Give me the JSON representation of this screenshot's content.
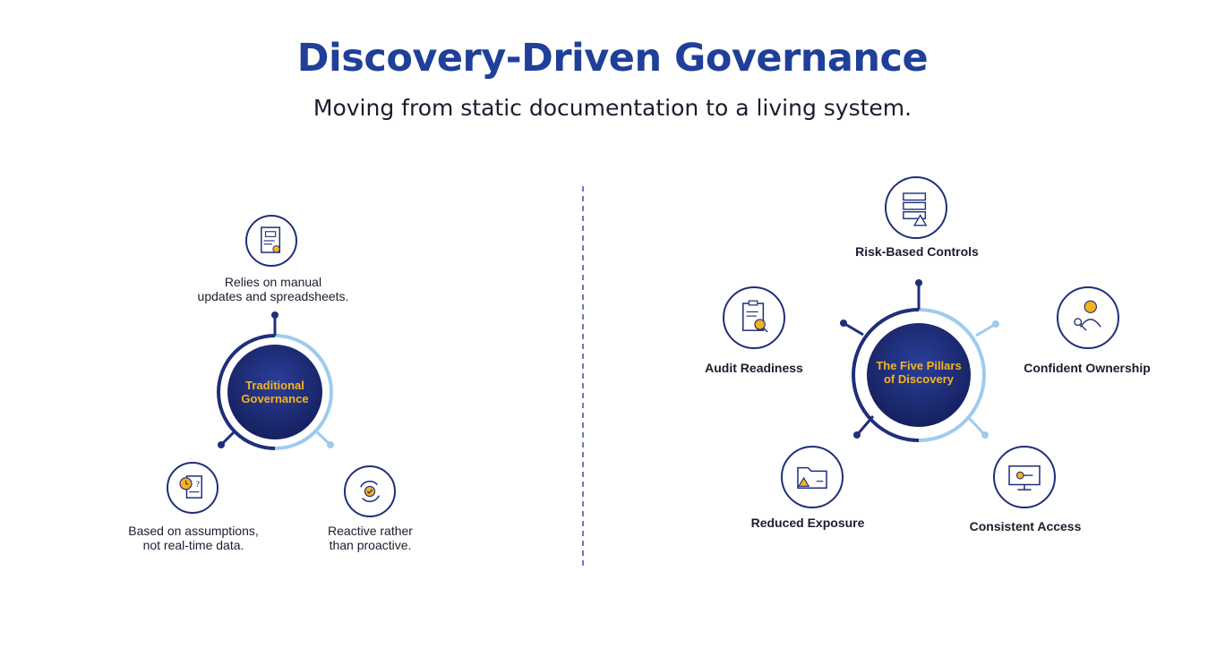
{
  "header": {
    "title": "Discovery-Driven Governance",
    "subtitle": "Moving from static documentation to a living system."
  },
  "traditional": {
    "hub_label": "Traditional\nGovernance",
    "items": [
      {
        "icon": "document-chart-icon",
        "label": "Relies on manual\nupdates and spreadsheets."
      },
      {
        "icon": "clock-question-icon",
        "label": "Based on assumptions,\nnot real-time data."
      },
      {
        "icon": "refresh-check-icon",
        "label": "Reactive rather\nthan proactive."
      }
    ]
  },
  "discovery": {
    "hub_label": "The Five Pillars\nof Discovery",
    "items": [
      {
        "icon": "server-warning-icon",
        "label": "Risk-Based Controls"
      },
      {
        "icon": "user-key-icon",
        "label": "Confident Ownership"
      },
      {
        "icon": "monitor-key-icon",
        "label": "Consistent Access"
      },
      {
        "icon": "folder-warning-icon",
        "label": "Reduced Exposure"
      },
      {
        "icon": "clipboard-check-icon",
        "label": "Audit Readiness"
      }
    ]
  },
  "colors": {
    "navy": "#1f2f7a",
    "title_blue": "#1f3f99",
    "light_blue": "#9ecbee",
    "accent_yellow": "#f5b31e"
  }
}
